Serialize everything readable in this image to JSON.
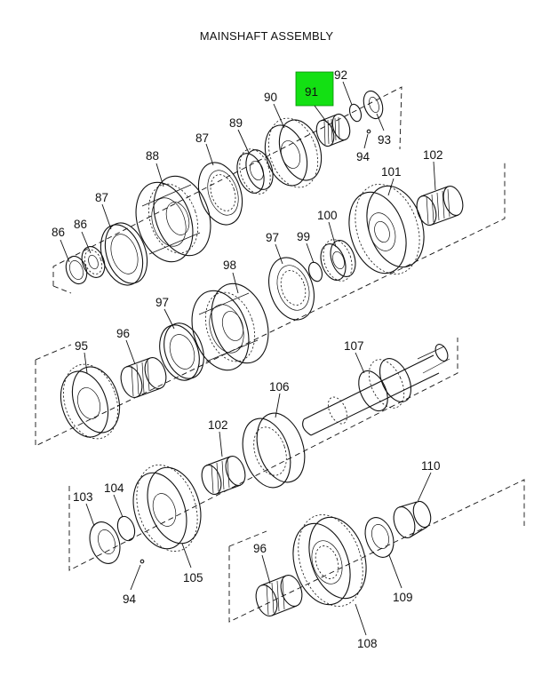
{
  "title": "MAINSHAFT ASSEMBLY",
  "highlight_color": "#13e013",
  "callouts": {
    "c86": "86",
    "c87": "87",
    "c88": "88",
    "c89": "89",
    "c90": "90",
    "c91": "91",
    "c92": "92",
    "c93": "93",
    "c94": "94",
    "c95": "95",
    "c96": "96",
    "c97": "97",
    "c98": "98",
    "c99": "99",
    "c100": "100",
    "c101": "101",
    "c102": "102",
    "c103": "103",
    "c104": "104",
    "c105": "105",
    "c106": "106",
    "c107": "107",
    "c108": "108",
    "c109": "109",
    "c110": "110"
  },
  "highlighted_callout": "91"
}
